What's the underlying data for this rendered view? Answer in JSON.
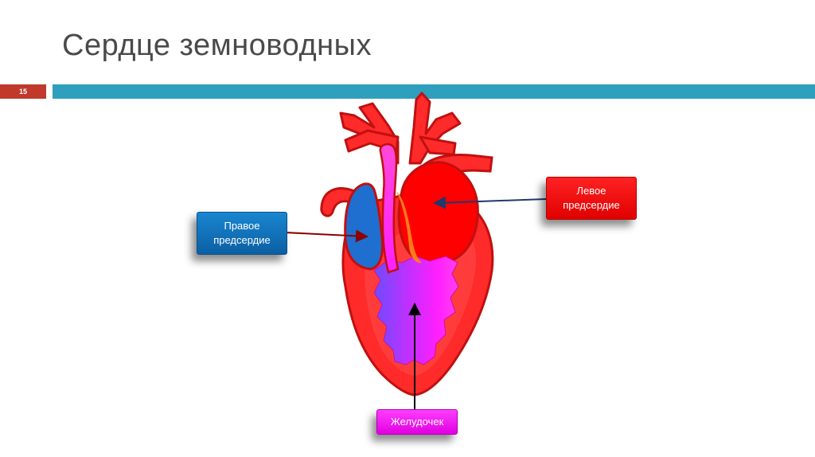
{
  "slide": {
    "title": "Сердце земноводных",
    "number": "15"
  },
  "labels": {
    "right_atrium": "Правое предсердие",
    "left_atrium": "Левое предсердие",
    "ventricle": "Желудочек"
  },
  "colors": {
    "accent_bar": "#2e9fbd",
    "number_badge": "#c0392b",
    "heart_red": "#ff2a2a",
    "right_atrium_blue": "#1f6fd0",
    "ventricle_magenta": "#ff1fff",
    "left_atrium_red": "#ff0000"
  }
}
